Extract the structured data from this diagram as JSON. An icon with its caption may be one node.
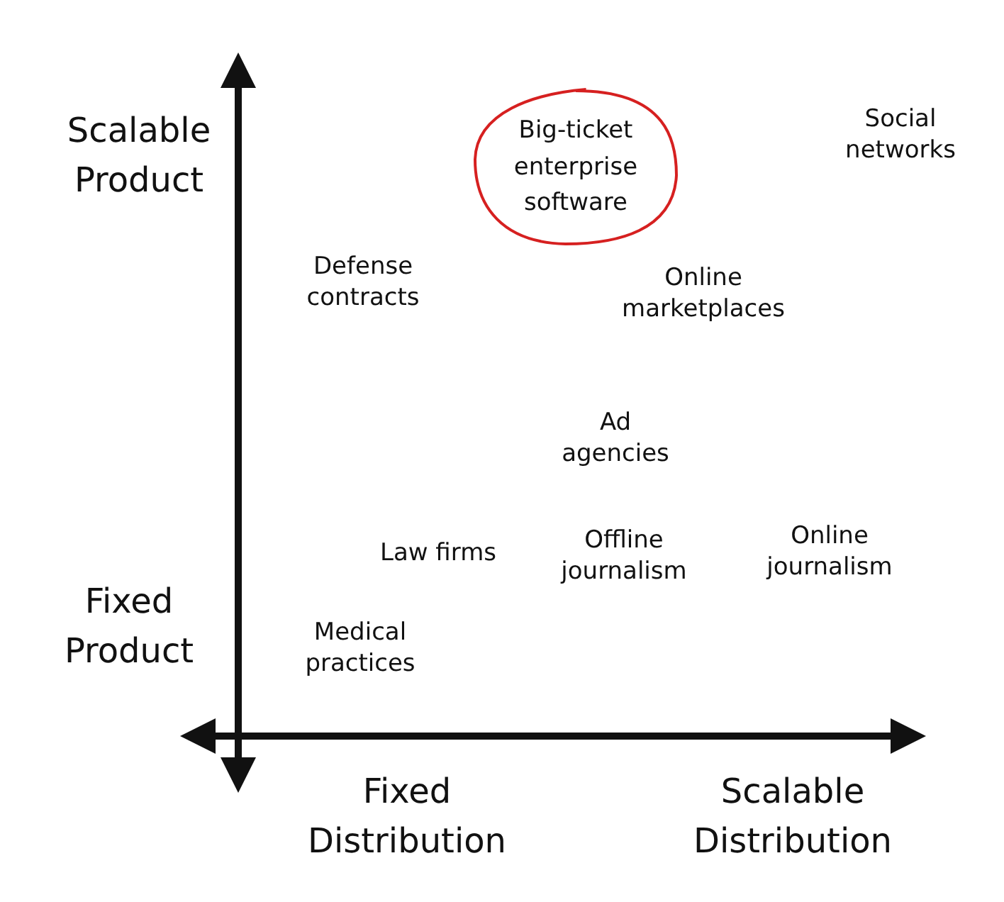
{
  "diagram": {
    "nodes": [
      {
        "text": [
          "Big-ticket enterprise software"
        ]
      }
    ],
    "labels": [
      "Social networks",
      "Scalable Product",
      "Defense contracts",
      "Online marketplaces",
      "Ad agencies",
      "Online journalism",
      "Law firms",
      "Offline journalism",
      "Fixed Product",
      "Medical practices",
      "Fixed Distribution",
      "Scalable Distribution"
    ]
  }
}
